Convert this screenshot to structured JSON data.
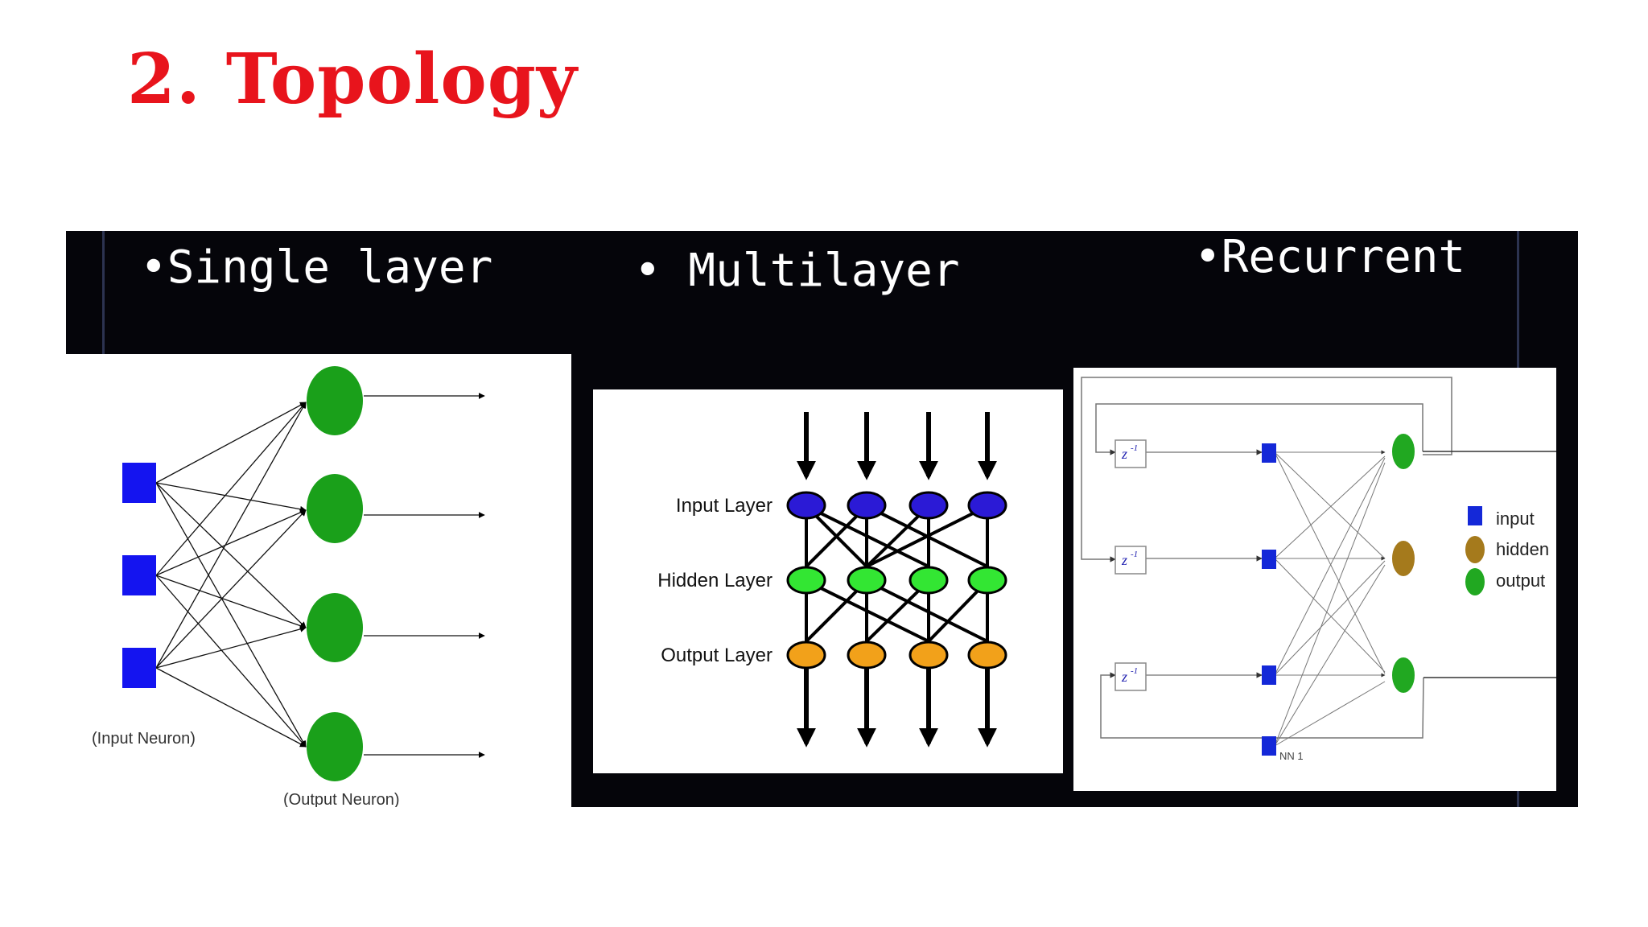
{
  "title": "2. Topology",
  "sections": {
    "single": {
      "heading": "•Single layer",
      "input_caption": "(Input Neuron)",
      "output_caption": "(Output Neuron)"
    },
    "multi": {
      "heading": "• Multilayer",
      "layers": [
        "Input Layer",
        "Hidden Layer",
        "Output Layer"
      ]
    },
    "recurrent": {
      "heading": "•Recurrent",
      "delay_symbol": "z",
      "delay_exponent": "-1",
      "bias_label": "NN 1",
      "legend": [
        "input",
        "hidden",
        "output"
      ]
    }
  },
  "colors": {
    "title": "#e8141c",
    "panel_bg": "#05050a",
    "square_blue": "#1414f0",
    "node_green": "#1aa01a",
    "ml_input": "#2b1ad6",
    "ml_hidden": "#33e633",
    "ml_output": "#f2a11a",
    "rec_input": "#1428d8",
    "rec_hidden": "#a57a1c",
    "rec_output": "#21a821"
  }
}
